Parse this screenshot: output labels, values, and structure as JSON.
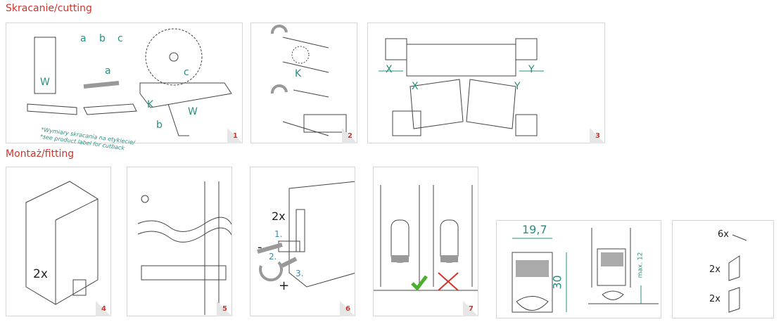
{
  "headers": {
    "cutting": "Skracanie/cutting",
    "fitting": "Montaż/fitting"
  },
  "panels": [
    {
      "number": "1",
      "labels": {
        "a": "a",
        "b": "b",
        "c": "c",
        "w": "W",
        "k": "K"
      },
      "note_line1": "*Wymiary skracania na etykiecie/",
      "note_line2": "*see product label for cutback"
    },
    {
      "number": "2",
      "labels": {
        "k": "K"
      }
    },
    {
      "number": "3",
      "labels": {
        "x": "X",
        "y": "Y"
      }
    },
    {
      "number": "4",
      "labels": {
        "qty": "2x"
      }
    },
    {
      "number": "5"
    },
    {
      "number": "6",
      "labels": {
        "qty": "2x",
        "step1": "1.",
        "step2": "2.",
        "step3": "3.",
        "minus": "-",
        "plus": "+"
      }
    },
    {
      "number": "7"
    },
    {
      "labels": {
        "width": "19,7",
        "height": "30",
        "max": "max. 12"
      }
    },
    {
      "labels": {
        "screws": "6x",
        "bracket": "2x",
        "cap": "2x"
      }
    }
  ],
  "colors": {
    "accent": "#2a8f80",
    "number": "#d0342c",
    "check": "#4caf32",
    "cross": "#d0342c"
  }
}
